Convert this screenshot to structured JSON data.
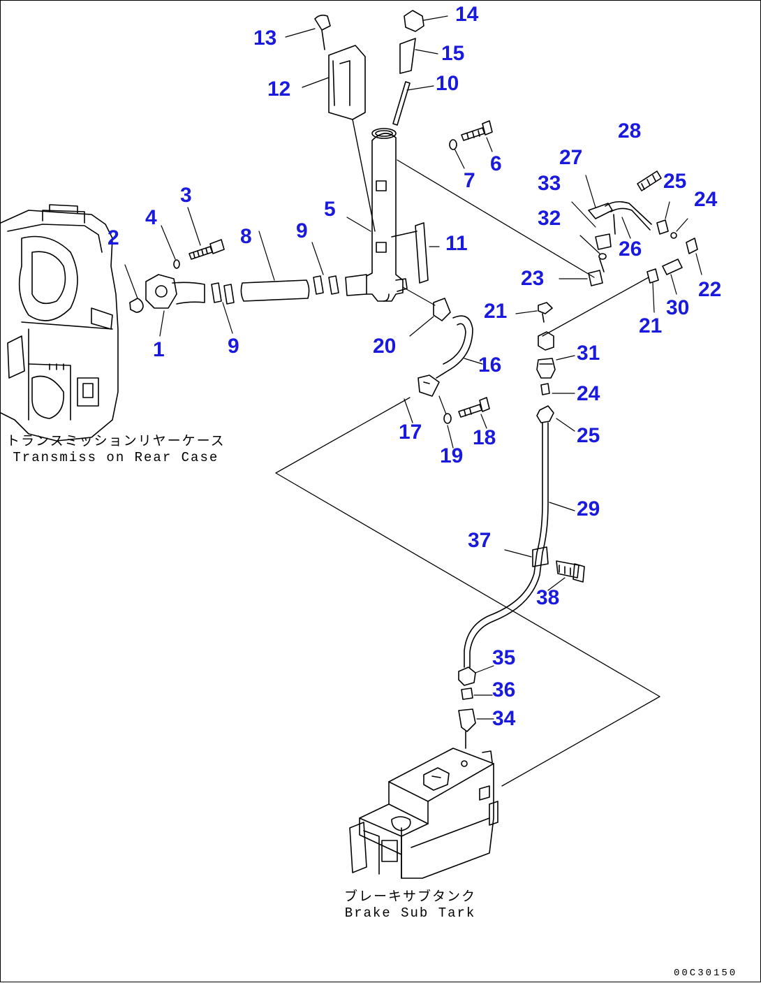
{
  "captions": {
    "transmission_jp": "トランスミッションリヤーケース",
    "transmission_en": "Transmiss on Rear Case",
    "brake_jp": "ブレーキサブタンク",
    "brake_en": "Brake Sub Tark"
  },
  "drawing_code": "00C30150",
  "colors": {
    "label": "#1a1adf",
    "line": "#000000"
  },
  "parts": [
    "1",
    "2",
    "3",
    "4",
    "5",
    "6",
    "7",
    "8",
    "9",
    "9",
    "10",
    "11",
    "12",
    "13",
    "14",
    "15",
    "16",
    "17",
    "18",
    "19",
    "20",
    "21",
    "21",
    "22",
    "23",
    "24",
    "24",
    "25",
    "25",
    "26",
    "27",
    "28",
    "29",
    "30",
    "31",
    "32",
    "33",
    "34",
    "35",
    "36",
    "37",
    "38"
  ]
}
